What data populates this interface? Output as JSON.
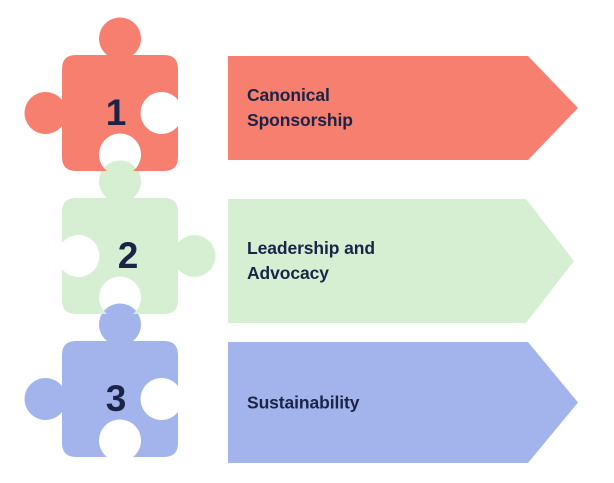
{
  "diagram": {
    "type": "puzzle-chain-process",
    "background_color": "#ffffff",
    "text_color": "#1b2447",
    "steps": [
      {
        "number": "1",
        "label": "Canonical\nSponsorship",
        "color": "#f67f70",
        "color_name": "coral",
        "piece_icon": "puzzle-piece-icon",
        "arrow_icon": "arrow-banner-icon",
        "arrow_length": "long",
        "left_connector": "tab",
        "right_connector": "notch",
        "top_connector": "tab",
        "bottom_connector": "notch"
      },
      {
        "number": "2",
        "label": "Leadership and\nAdvocacy",
        "color": "#d6efd2",
        "color_name": "light-green",
        "piece_icon": "puzzle-piece-icon",
        "arrow_icon": "arrow-banner-icon",
        "arrow_length": "short",
        "left_connector": "notch",
        "right_connector": "tab",
        "top_connector": "tab",
        "bottom_connector": "notch"
      },
      {
        "number": "3",
        "label": "Sustainability",
        "color": "#a3b4ec",
        "color_name": "light-blue",
        "piece_icon": "puzzle-piece-icon",
        "arrow_icon": "arrow-banner-icon",
        "arrow_length": "long",
        "left_connector": "tab",
        "right_connector": "notch",
        "top_connector": "tab",
        "bottom_connector": "notch"
      }
    ]
  }
}
